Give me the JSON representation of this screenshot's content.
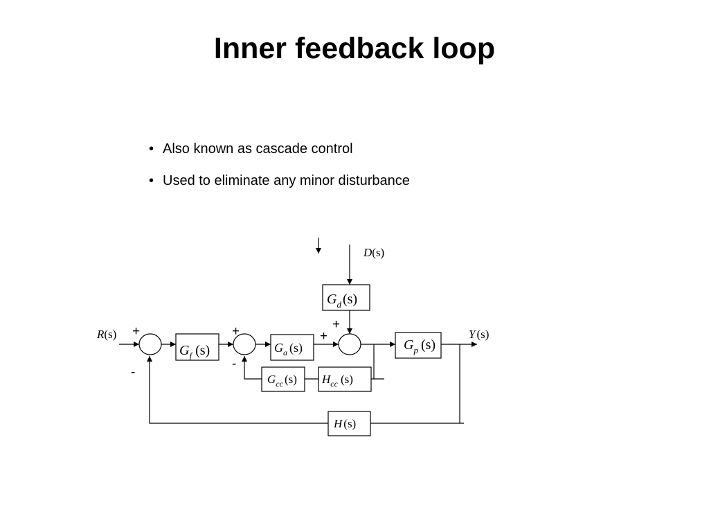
{
  "title": "Inner feedback loop",
  "bullets": [
    "Also known as cascade control",
    "Used to eliminate any minor disturbance"
  ],
  "diagram": {
    "input_label": {
      "base": "R",
      "arg": "(s)"
    },
    "output_label": {
      "base": "Y",
      "arg": "(s)"
    },
    "disturbance_label": {
      "base": "D",
      "arg": "(s)"
    },
    "blocks": {
      "gf": {
        "base": "G",
        "sub": "f",
        "arg": "(s)"
      },
      "ga": {
        "base": "G",
        "sub": "a",
        "arg": "(s)"
      },
      "gd": {
        "base": "G",
        "sub": "d",
        "arg": "(s)"
      },
      "gp": {
        "base": "G",
        "sub": "p",
        "arg": "(s)"
      },
      "gcc": {
        "base": "G",
        "sub": "cc",
        "arg": "(s)"
      },
      "hcc": {
        "base": "H",
        "sub": "cc",
        "arg": "(s)"
      },
      "h": {
        "base": "H",
        "sub": "",
        "arg": "(s)"
      }
    },
    "signs": {
      "outer_plus": "+",
      "outer_minus": "-",
      "inner_plus": "+",
      "inner_minus": "-",
      "dist_plus_top": "+",
      "dist_plus_left": "+"
    }
  }
}
